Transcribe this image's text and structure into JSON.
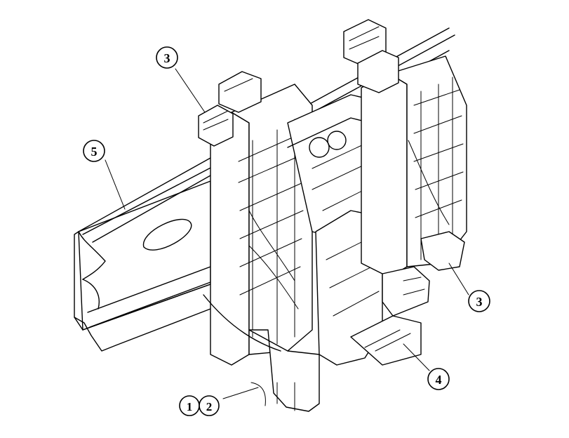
{
  "callouts": {
    "c1": "1",
    "c2": "2",
    "c3_top": "3",
    "c3_right": "3",
    "c4": "4",
    "c5": "5"
  }
}
